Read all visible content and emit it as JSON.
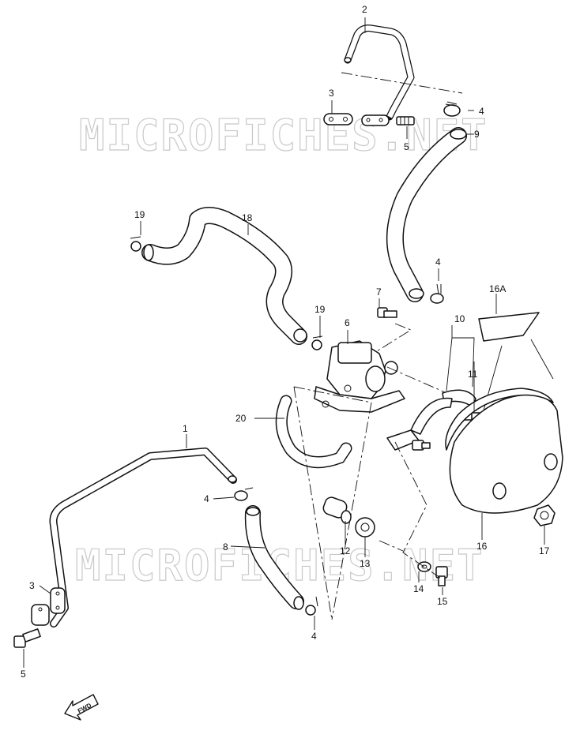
{
  "watermark": "MICROFICHES.NET",
  "callouts": {
    "c1": "1",
    "c2": "2",
    "c3a": "3",
    "c3b": "3",
    "c4a": "4",
    "c4b": "4",
    "c4c": "4",
    "c4d": "4",
    "c5a": "5",
    "c5b": "5",
    "c6": "6",
    "c7": "7",
    "c8": "8",
    "c9": "9",
    "c10": "10",
    "c11": "11",
    "c12": "12",
    "c13": "13",
    "c14": "14",
    "c15": "15",
    "c16": "16",
    "c16a": "16A",
    "c17": "17",
    "c18": "18",
    "c19a": "19",
    "c19b": "19",
    "c20": "20"
  },
  "fwd_label": "FWD"
}
